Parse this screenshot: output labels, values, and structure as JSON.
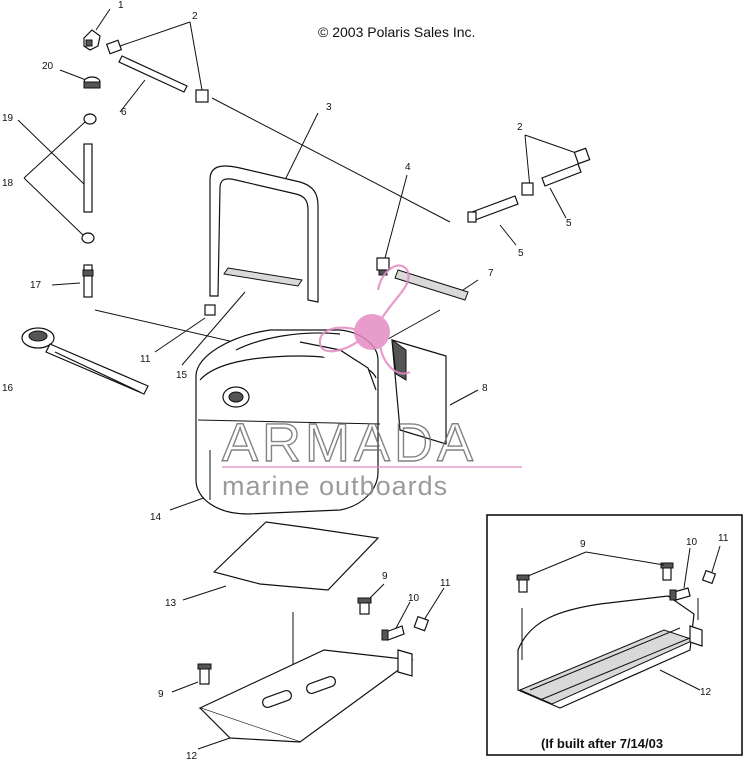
{
  "copyright": "© 2003 Polaris Sales Inc.",
  "inset_caption": "(If built after 7/14/03",
  "watermark": {
    "brand": "ARMADA",
    "tagline": "marine outboards",
    "accent_color": "#e48bc4",
    "text_color": "#6e6e6e"
  },
  "callouts": {
    "c1": "1",
    "c2a": "2",
    "c2b": "2",
    "c3": "3",
    "c4": "4",
    "c5a": "5",
    "c5b": "5",
    "c6": "6",
    "c7": "7",
    "c8": "8",
    "c9a": "9",
    "c9b": "9",
    "c10": "10",
    "c11a": "11",
    "c11b": "11",
    "c12": "12",
    "c13": "13",
    "c14": "14",
    "c15": "15",
    "c16": "16",
    "c17": "17",
    "c18": "18",
    "c19": "19",
    "c20": "20",
    "inset_c9": "9",
    "inset_c10": "10",
    "inset_c11": "11",
    "inset_c12": "12"
  }
}
